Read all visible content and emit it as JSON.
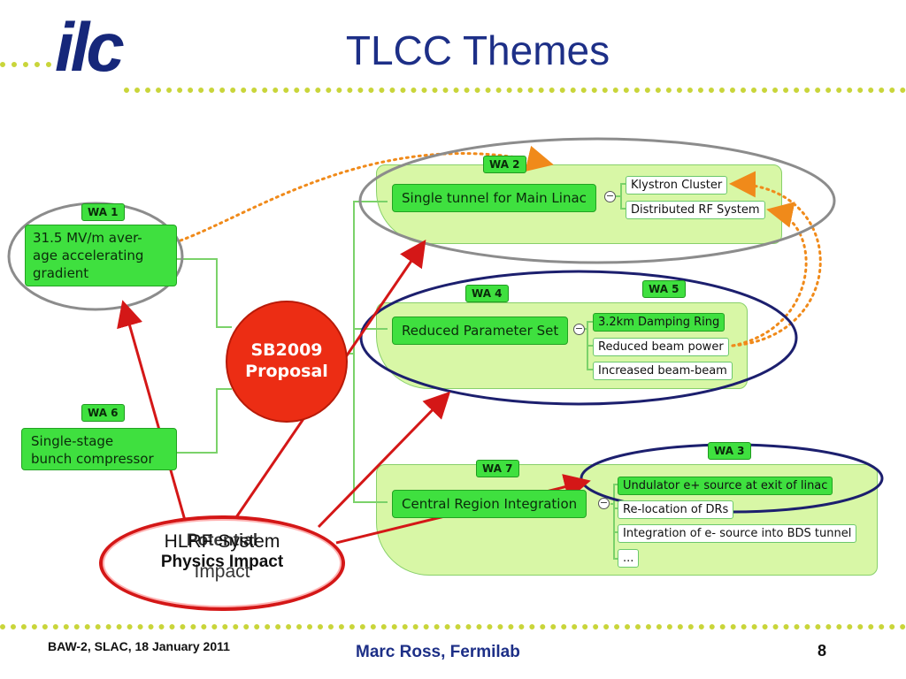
{
  "slide": {
    "title": "TLCC Themes",
    "logo": "ilc",
    "page_number": "8"
  },
  "footer": {
    "left": "BAW-2, SLAC, 18 January 2011",
    "center": "Marc Ross, Fermilab"
  },
  "center_node": {
    "line1": "SB2009",
    "line2": "Proposal"
  },
  "wa1": {
    "badge": "WA 1",
    "line1": "31.5 MV/m aver-",
    "line2": "age accelerating",
    "line3": "gradient"
  },
  "wa6": {
    "badge": "WA 6",
    "line1": "Single-stage",
    "line2": "bunch compressor"
  },
  "wa2": {
    "badge": "WA 2",
    "label": "Single tunnel for Main Linac",
    "children": [
      "Klystron Cluster",
      "Distributed RF System"
    ]
  },
  "wa4": {
    "badge": "WA 4",
    "label": "Reduced Parameter Set",
    "children": [
      "3.2km Damping Ring",
      "Reduced beam power",
      "Increased beam-beam"
    ]
  },
  "wa5": {
    "badge": "WA 5"
  },
  "wa7": {
    "badge": "WA 7",
    "label": "Central Region Integration",
    "children": [
      "Undulator e+ source at exit of linac",
      "Re-location of DRs",
      "Integration of e- source into BDS tunnel",
      "..."
    ]
  },
  "wa3": {
    "badge": "WA 3"
  },
  "callout": {
    "overlap1": "HLRF System",
    "overlap2": "Potential",
    "overlap3": "Physics Impact",
    "overlap4": "Impact"
  },
  "toggle_symbol": "−",
  "colors": {
    "title": "#1d2f87",
    "node_green": "#3fe03f",
    "region_green": "#d8f7a6",
    "center_red": "#ec2d14",
    "arrow_red": "#d41717",
    "ellipse_gray": "#8c8c8c",
    "ellipse_navy": "#1c1f6e",
    "dotted_orange": "#f08a1a"
  }
}
